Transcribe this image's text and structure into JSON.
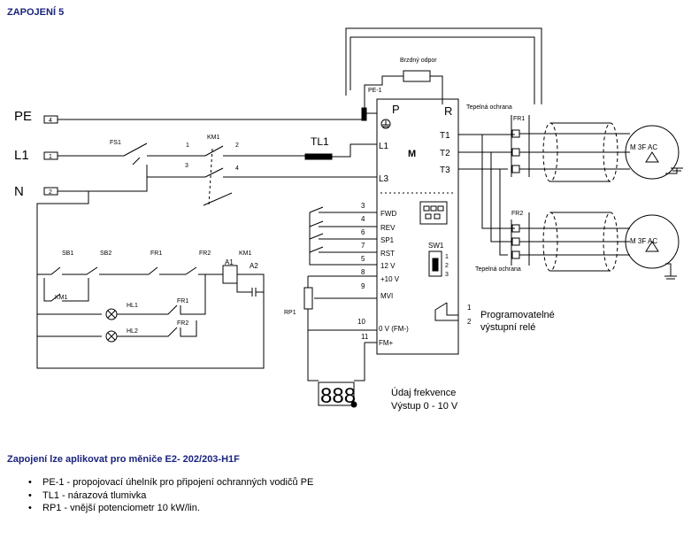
{
  "title": "ZAPOJENÍ 5",
  "diagram": {
    "brake_resistor": "Brzdný odpor",
    "pe1": "PE-1",
    "thermal_protection": "Tepelná ochrana",
    "supply_pe": "PE",
    "supply_l1": "L1",
    "supply_n": "N",
    "term_pe": "4",
    "term_l1": "1",
    "term_n": "2",
    "fs1": "FS1",
    "km1": "KM1",
    "tl1": "TL1",
    "km1_p1": "1",
    "km1_p2": "2",
    "km1_p3": "3",
    "km1_p4": "4",
    "inv_p": "P",
    "inv_r": "R",
    "inv_l1": "L1",
    "inv_l3": "L3",
    "inv_m": "M",
    "inv_t1": "T1",
    "inv_t2": "T2",
    "inv_t3": "T3",
    "fr1": "FR1",
    "fr2": "FR2",
    "motor1": "M 3F AC",
    "motor2": "M 3F AC",
    "inputs": [
      {
        "num": "3",
        "label": "FWD"
      },
      {
        "num": "4",
        "label": "REV"
      },
      {
        "num": "6",
        "label": "SP1"
      },
      {
        "num": "7",
        "label": "RST"
      },
      {
        "num": "5",
        "label": "12 V"
      },
      {
        "num": "8",
        "label": "+10 V"
      },
      {
        "num": "9",
        "label": "MVI"
      },
      {
        "num": "10",
        "label": "0 V (FM-)"
      },
      {
        "num": "11",
        "label": "FM+"
      }
    ],
    "sw1": "SW1",
    "sw1_positions": [
      "1",
      "2",
      "3"
    ],
    "relay_label_1": "Programovatelné",
    "relay_label_2": "výstupní relé",
    "relay_pin1": "1",
    "relay_pin2": "2",
    "rp1": "RP1",
    "display_line1": "Údaj frekvence",
    "display_line2": "Výstup  0 - 10 V",
    "sb1": "SB1",
    "sb2": "SB2",
    "hl1": "HL1",
    "hl2": "HL2",
    "coil_a1": "A1",
    "coil_a2": "A2"
  },
  "subtitle": "Zapojení lze aplikovat pro měniče E2- 202/203-H1F",
  "notes": [
    "PE-1 - propojovací úhelník pro připojení ochranných vodičů PE",
    "TL1 - nárazová tlumivka",
    "RP1 - vnější potenciometr 10 kW/lin."
  ]
}
